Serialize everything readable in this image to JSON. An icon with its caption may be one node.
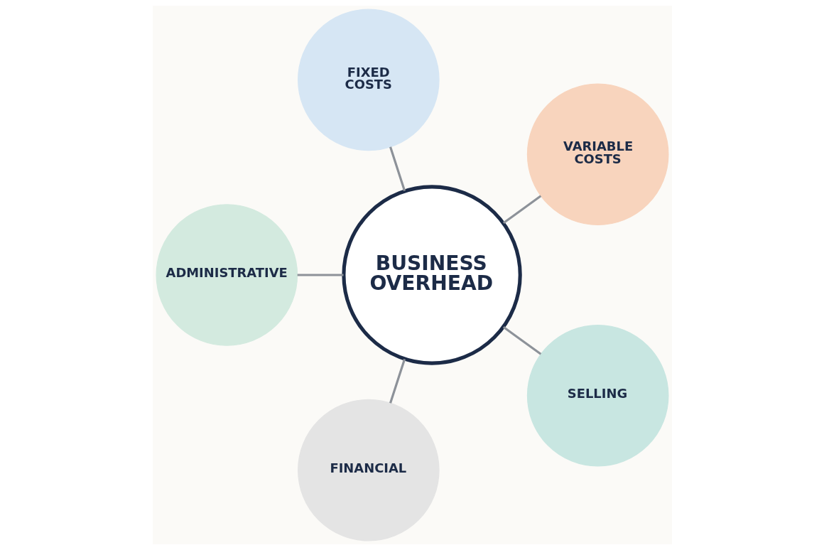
{
  "diagram": {
    "nodes": [
      {
        "text": [
          "FIXED COSTS"
        ]
      },
      {
        "text": [
          "VARIABLE COSTS"
        ]
      },
      {
        "text": [
          "BUSINESS OVERHEAD"
        ]
      },
      {
        "text": [
          "ADMINISTRATIVE"
        ]
      },
      {
        "text": [
          "FINANCIAL"
        ]
      },
      {
        "text": [
          "SELLING"
        ]
      }
    ],
    "edges": [
      {
        "from": 2,
        "to": 0,
        "arrow": "none"
      },
      {
        "from": 2,
        "to": 1,
        "arrow": "none"
      },
      {
        "from": 2,
        "to": 5,
        "arrow": "none"
      },
      {
        "from": 2,
        "to": 4,
        "arrow": "none"
      },
      {
        "from": 2,
        "to": 3,
        "arrow": "none"
      }
    ]
  }
}
